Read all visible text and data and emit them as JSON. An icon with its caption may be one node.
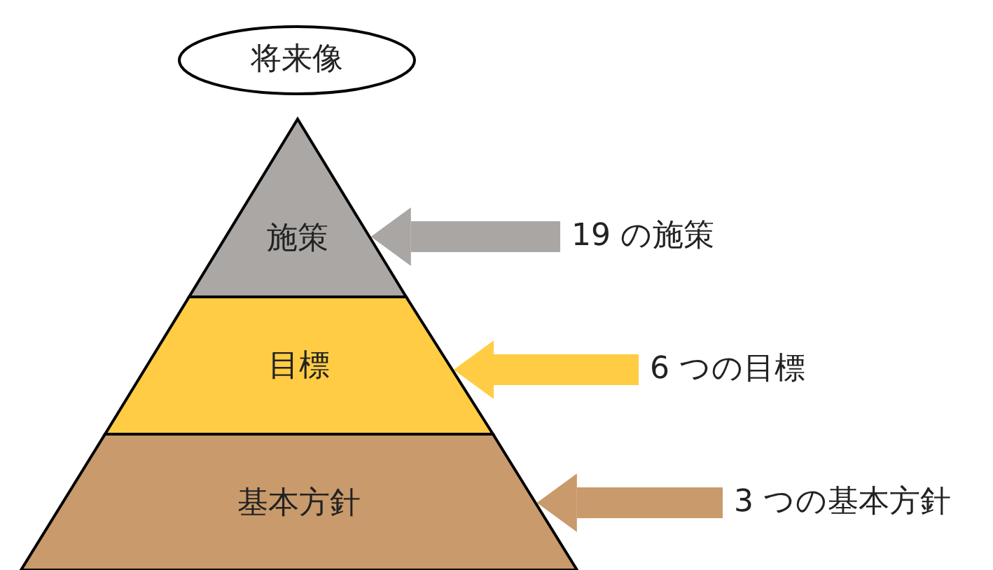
{
  "diagram": {
    "nodes": [
      {
        "text": [
          "将来像"
        ]
      },
      {
        "text": [
          "施策"
        ]
      },
      {
        "text": [
          "19 の施策"
        ]
      },
      {
        "text": [
          "目標"
        ]
      },
      {
        "text": [
          "6 つの目標"
        ]
      },
      {
        "text": [
          "基本方針"
        ]
      },
      {
        "text": [
          "3 つの基本方針"
        ]
      }
    ],
    "edges": [
      {
        "from": 2,
        "to": 1,
        "arrow": "to",
        "color": "#a9a6a3"
      },
      {
        "from": 4,
        "to": 3,
        "arrow": "to",
        "color": "#ffcc44"
      },
      {
        "from": 6,
        "to": 5,
        "arrow": "to",
        "color": "#c99a6b"
      }
    ]
  }
}
